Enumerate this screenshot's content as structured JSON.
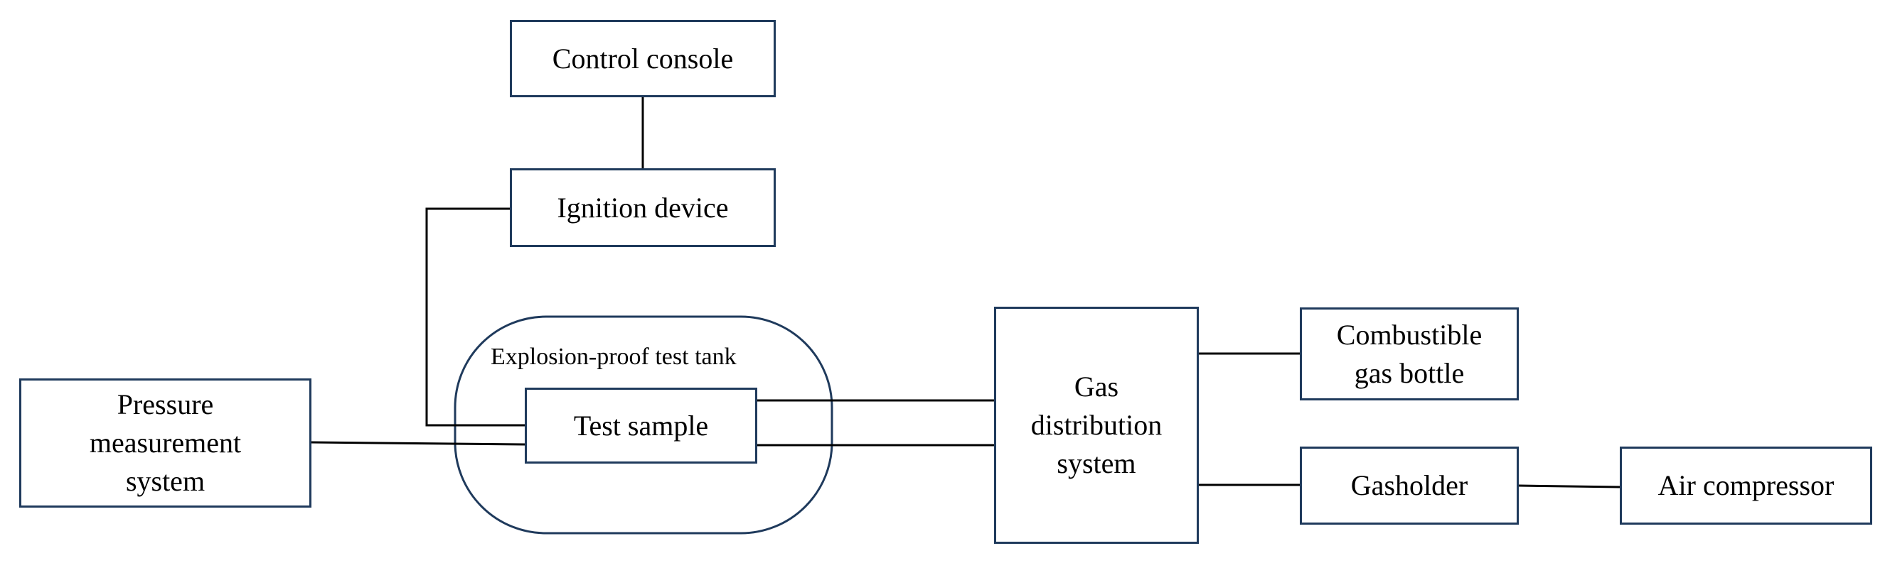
{
  "diagram": {
    "nodes": {
      "control_console": "Control console",
      "ignition_device": "Ignition device",
      "tank": "Explosion-proof test tank",
      "test_sample": "Test sample",
      "pressure_measurement": "Pressure\nmeasurement\nsystem",
      "gas_distribution": "Gas\ndistribution\nsystem",
      "combustible_gas_bottle": "Combustible\ngas bottle",
      "gasholder": "Gasholder",
      "air_compressor": "Air compressor"
    },
    "edges": [
      [
        "Control console",
        "Ignition device"
      ],
      [
        "Ignition device",
        "Test sample"
      ],
      [
        "Pressure measurement system",
        "Test sample"
      ],
      [
        "Test sample",
        "Gas distribution system"
      ],
      [
        "Test sample",
        "Gas distribution system"
      ],
      [
        "Gas distribution system",
        "Combustible gas bottle"
      ],
      [
        "Gas distribution system",
        "Gasholder"
      ],
      [
        "Gasholder",
        "Air compressor"
      ]
    ],
    "colors": {
      "box_border": "#1f3a5c",
      "line": "#000000"
    }
  }
}
